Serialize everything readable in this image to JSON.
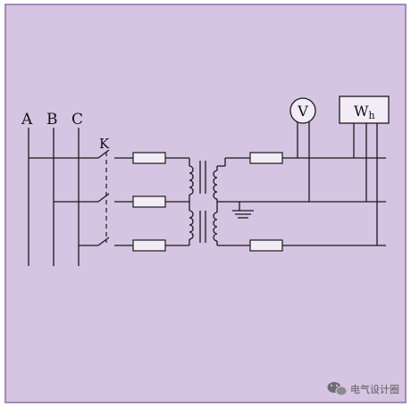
{
  "colors": {
    "background": "#D5C4E2",
    "border": "#8C6FA8",
    "ink": "#1a1a1a",
    "fuse_fill": "#f2ecf6"
  },
  "diagram": {
    "phase_labels": [
      "A",
      "B",
      "C"
    ],
    "switch_label": "K",
    "voltmeter_label": "V",
    "wattmeter_label": "W",
    "wattmeter_subscript": "h"
  },
  "watermark": {
    "icon": "wechat-logo-icon",
    "text": "电气设计圈"
  }
}
